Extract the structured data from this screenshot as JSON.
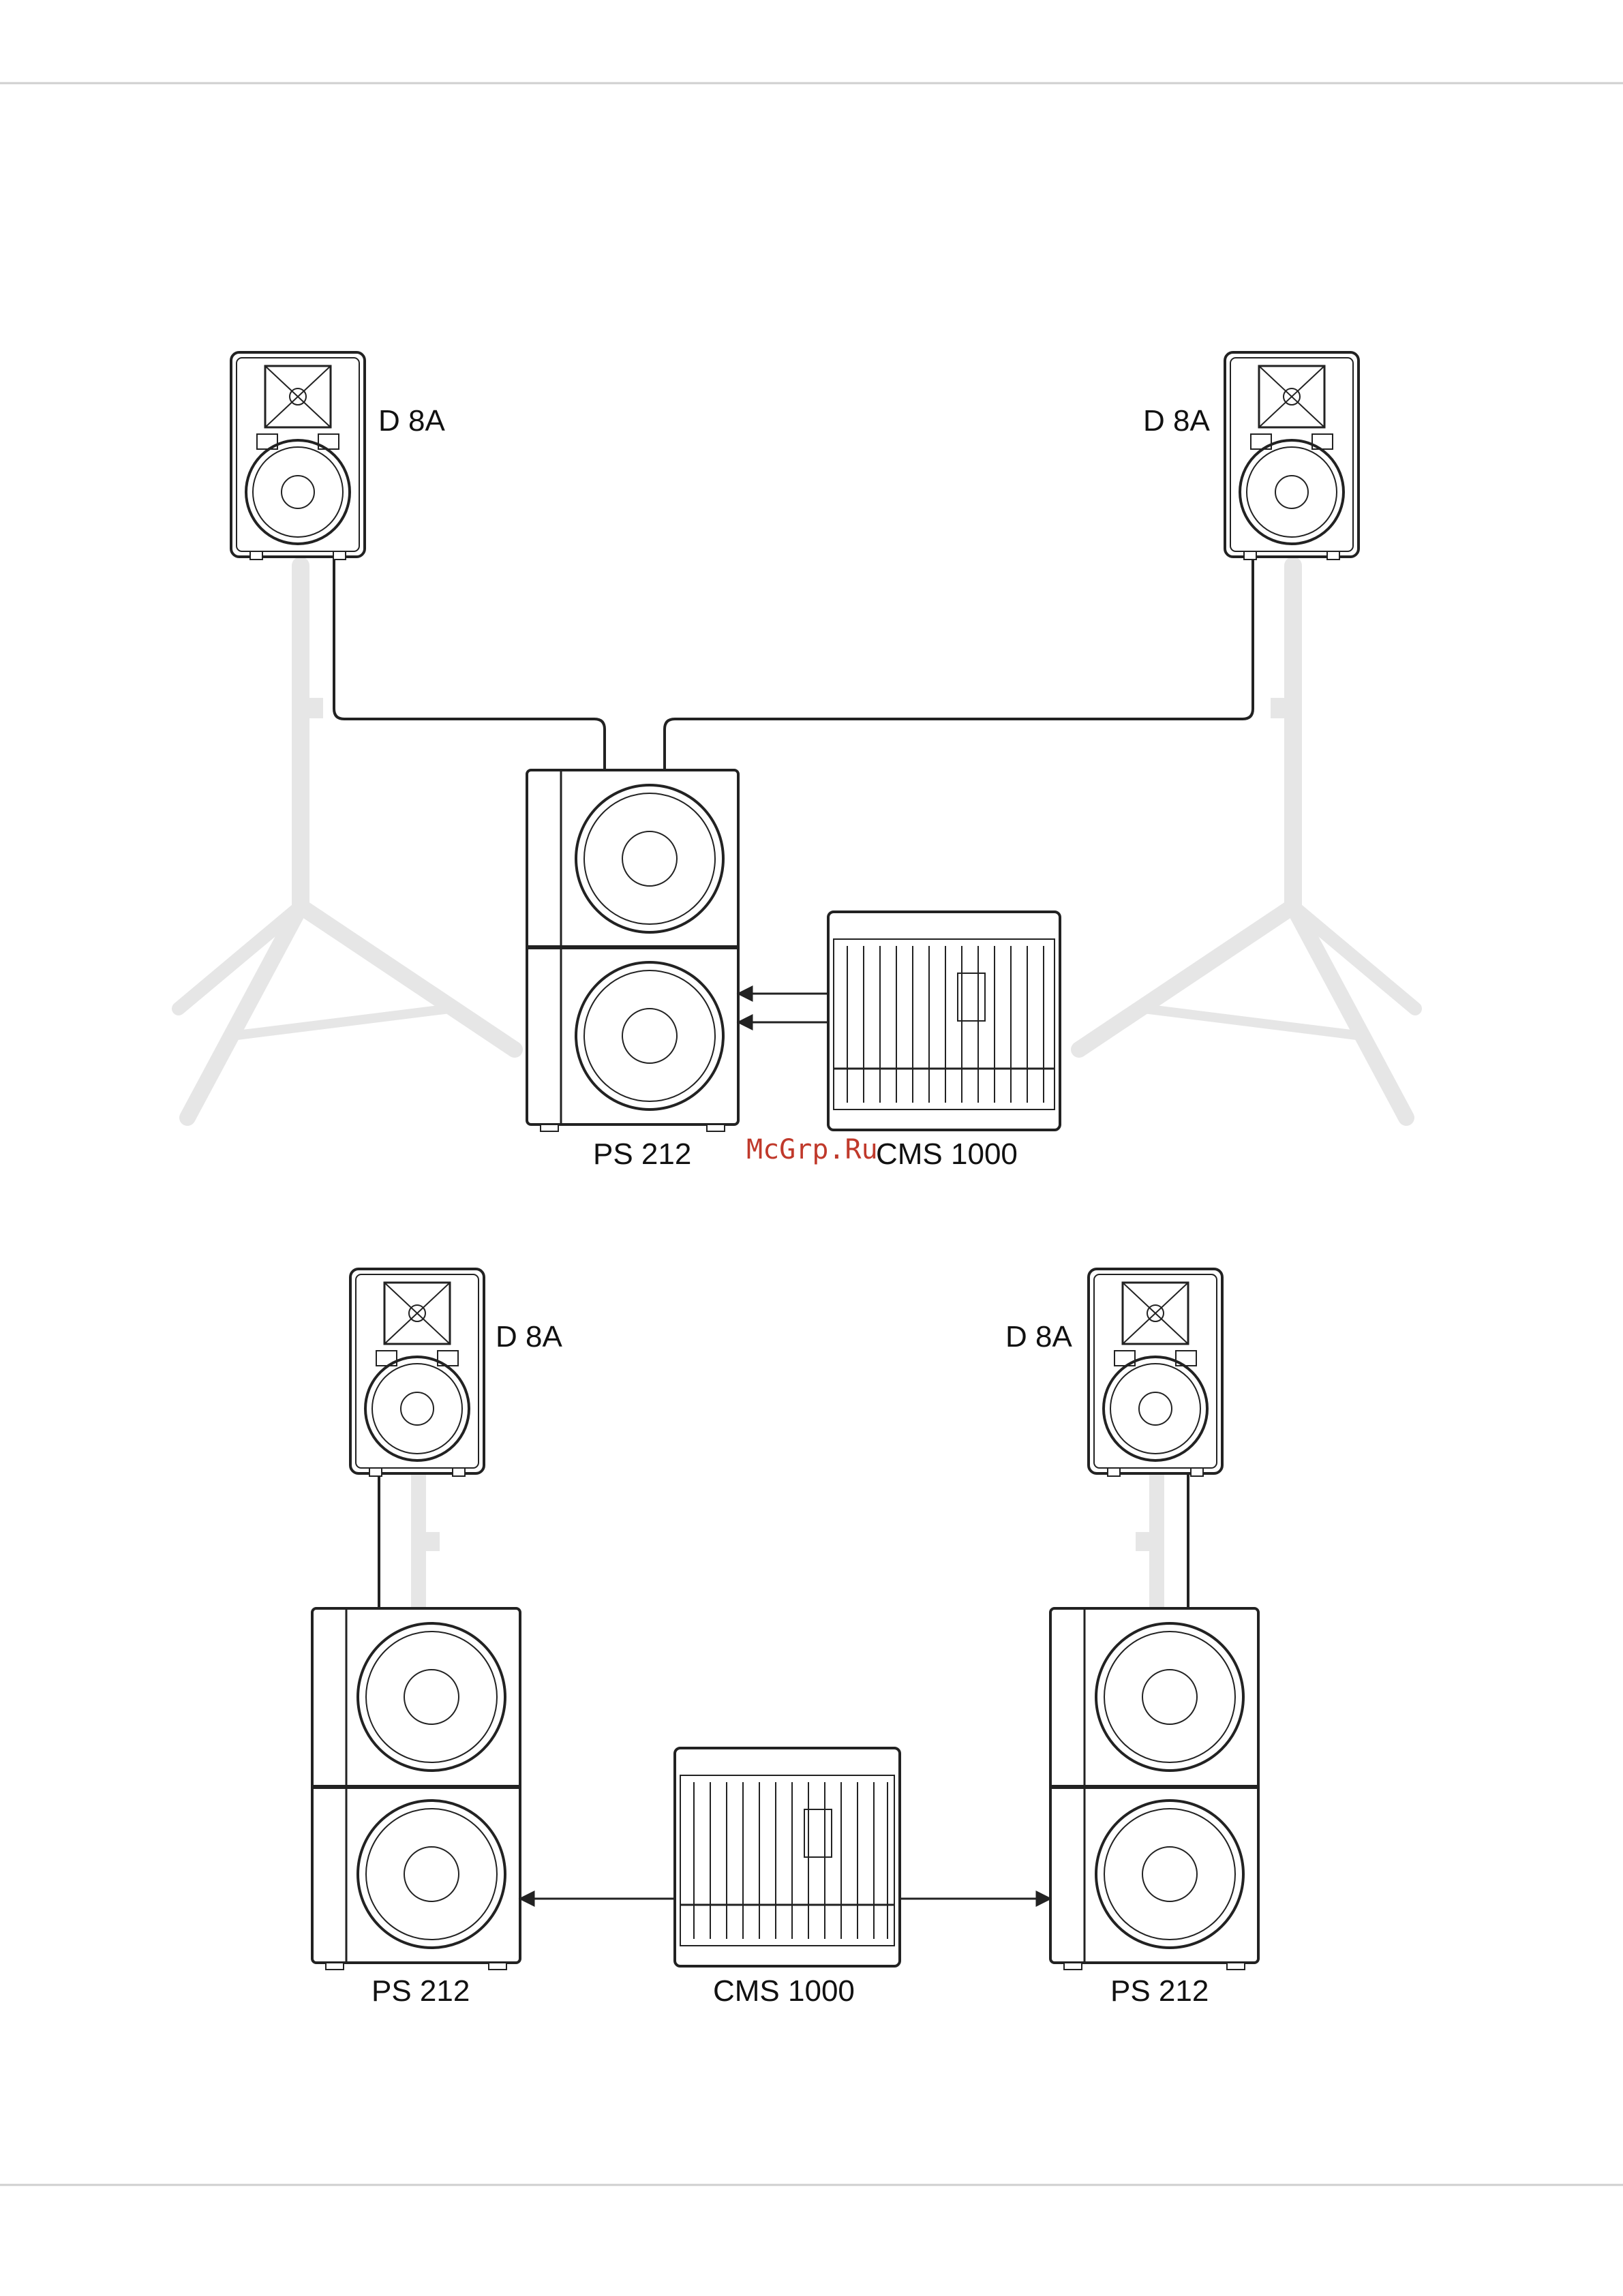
{
  "diagram1": {
    "speaker_left_label": "D 8A",
    "speaker_right_label": "D 8A",
    "sub_label": "PS 212",
    "mixer_label": "CMS 1000"
  },
  "diagram2": {
    "speaker_left_label": "D 8A",
    "speaker_right_label": "D 8A",
    "sub_left_label": "PS 212",
    "sub_right_label": "PS 212",
    "mixer_label": "CMS 1000"
  },
  "watermark": "McGrp.Ru",
  "colors": {
    "line": "#222222",
    "stand": "#e6e6e6",
    "watermark": "#c0392b"
  }
}
